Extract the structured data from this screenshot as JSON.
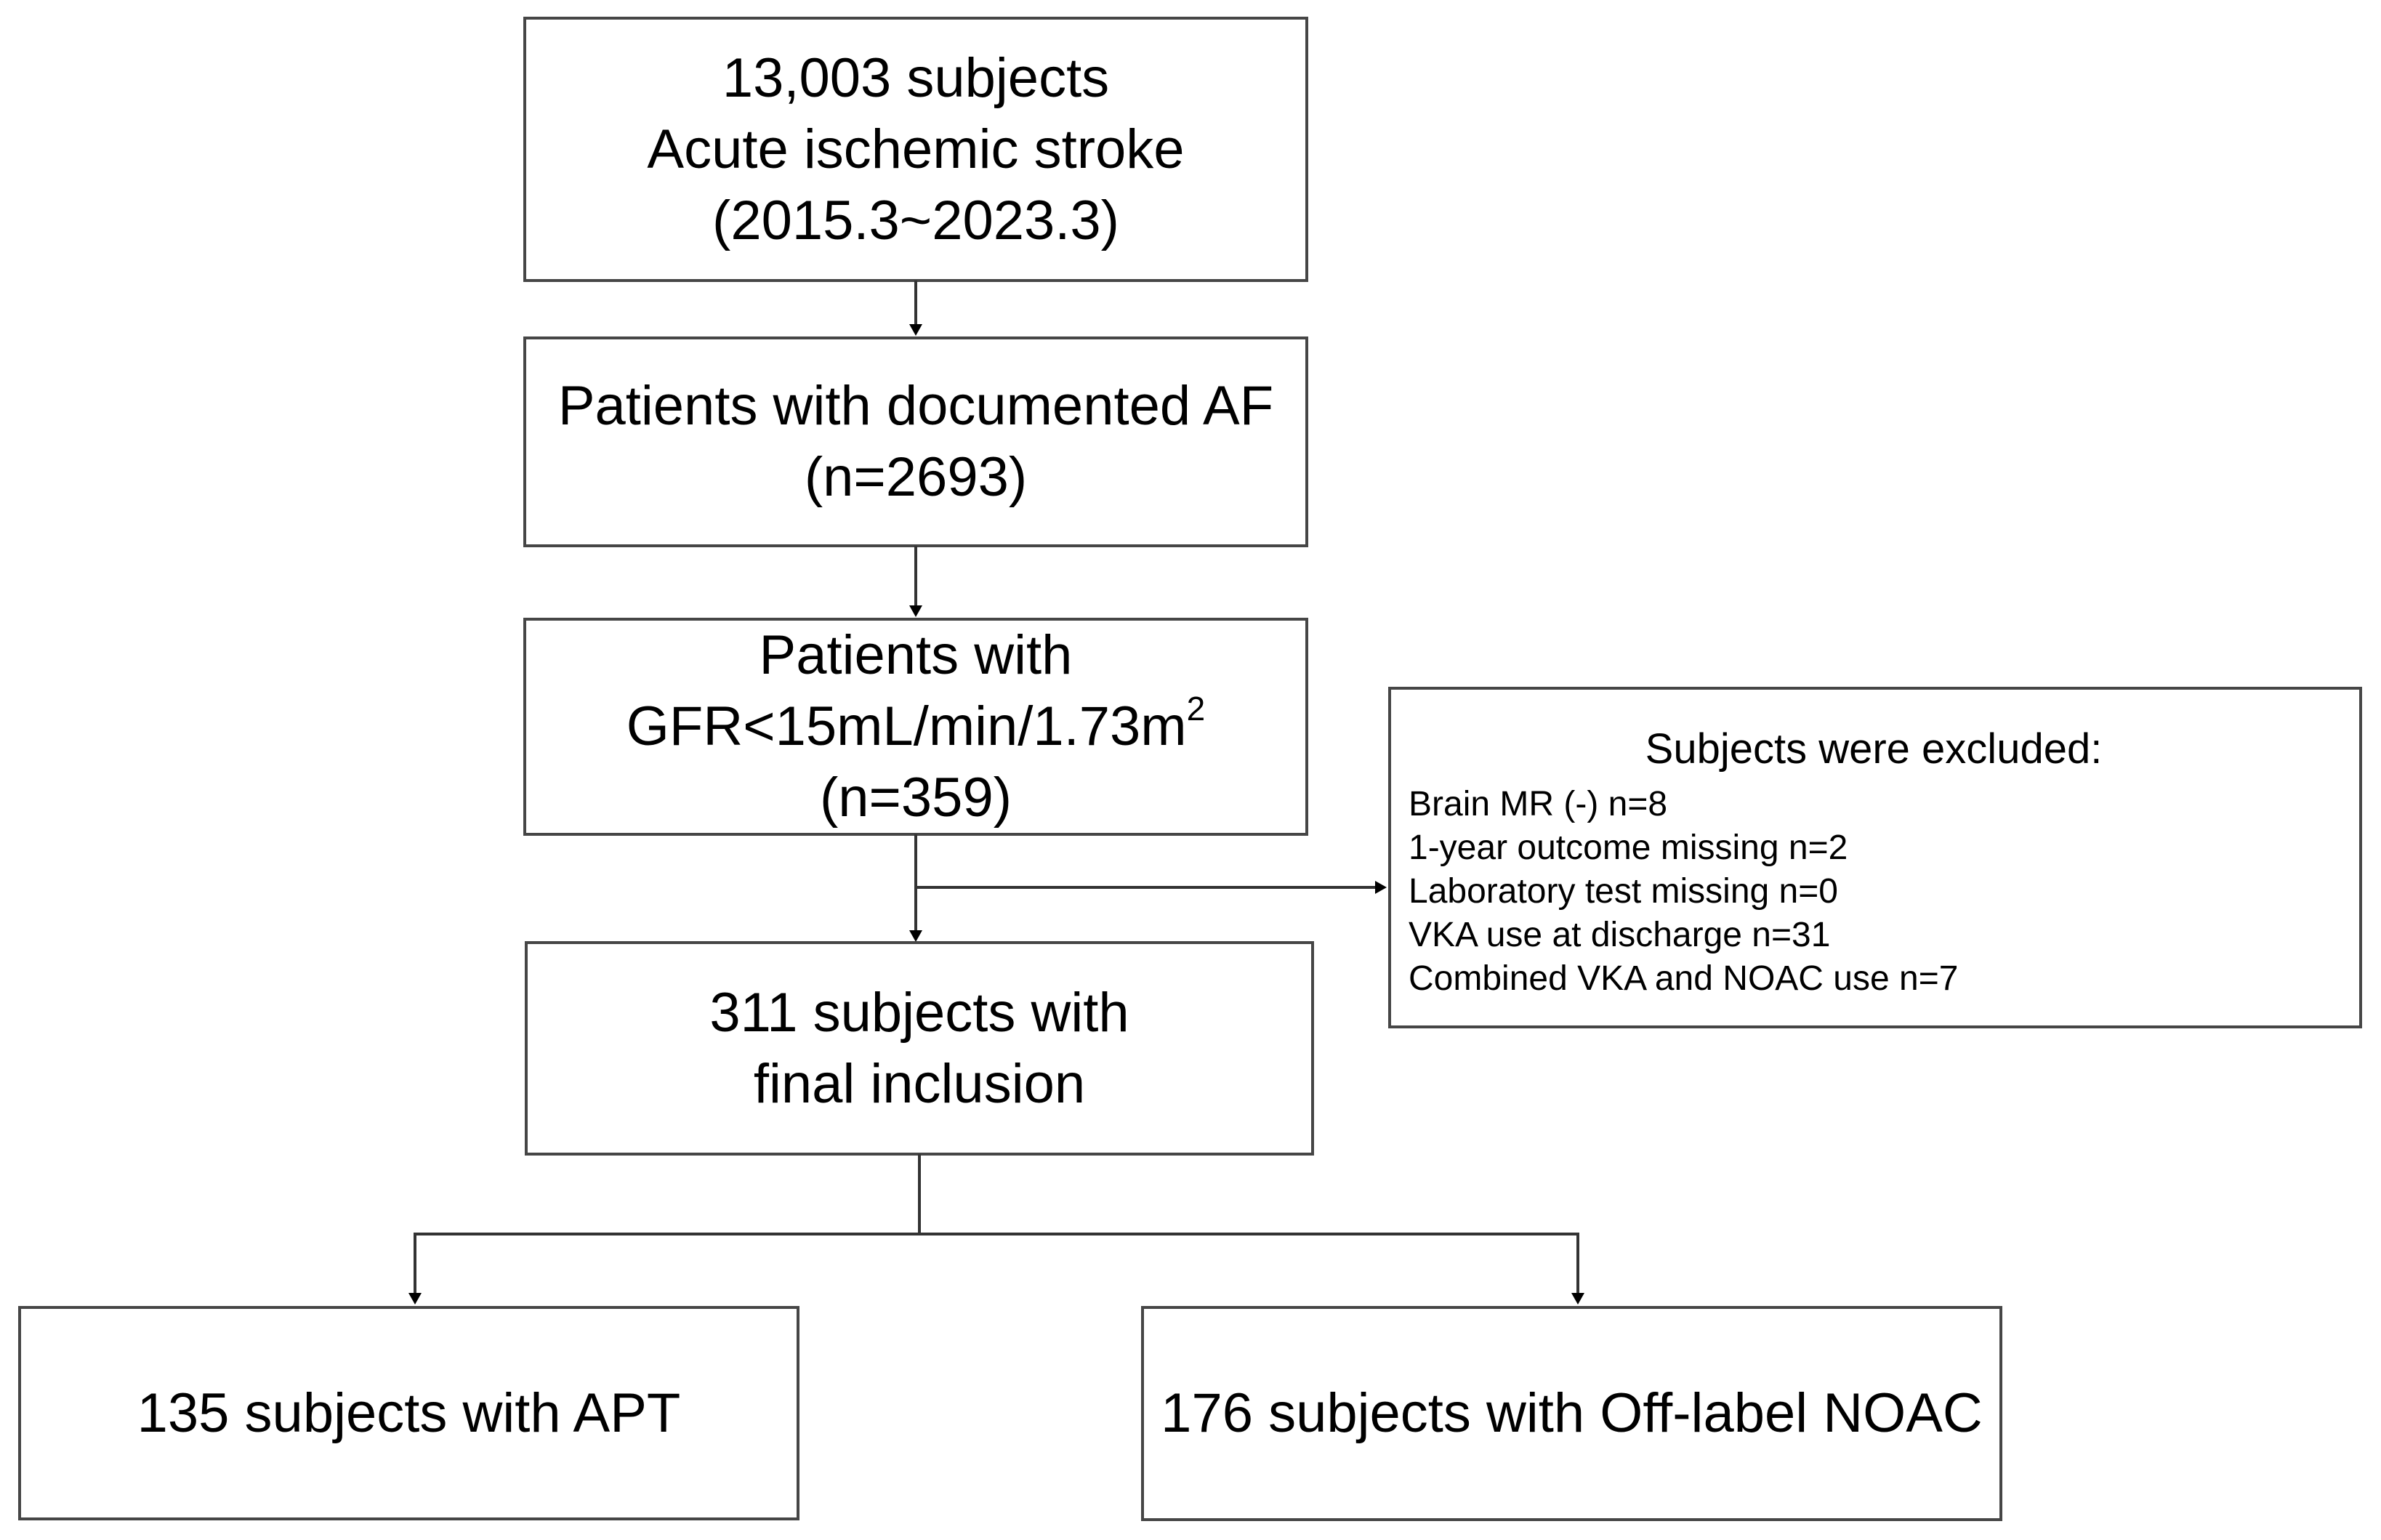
{
  "figure": {
    "type": "patient-flow-diagram",
    "background": "#ffffff",
    "colors": {
      "box_border": "#464646",
      "connector": "#333333",
      "arrowhead": "#000000",
      "text": "#000000"
    },
    "boxes": {
      "cohort": {
        "lines": [
          "13,003 subjects",
          "Acute ischemic stroke",
          "(2015.3~2023.3)"
        ]
      },
      "af": {
        "lines": [
          "Patients with documented AF",
          "(n=2693)"
        ]
      },
      "gfr": {
        "line1": "Patients with",
        "line2": "GFR<15mL/min/1.73m",
        "line2_sup": "2",
        "line3": "(n=359)"
      },
      "excluded": {
        "title": "Subjects were excluded:",
        "items": [
          "Brain MR (-) n=8",
          "1-year outcome missing n=2",
          "Laboratory test missing n=0",
          "VKA use at discharge n=31",
          "Combined VKA and NOAC use n=7"
        ]
      },
      "final": {
        "lines": [
          "311 subjects with",
          "final inclusion"
        ]
      },
      "apt": {
        "label": "135 subjects with APT"
      },
      "noac": {
        "label": "176 subjects with Off-label NOAC"
      }
    }
  }
}
